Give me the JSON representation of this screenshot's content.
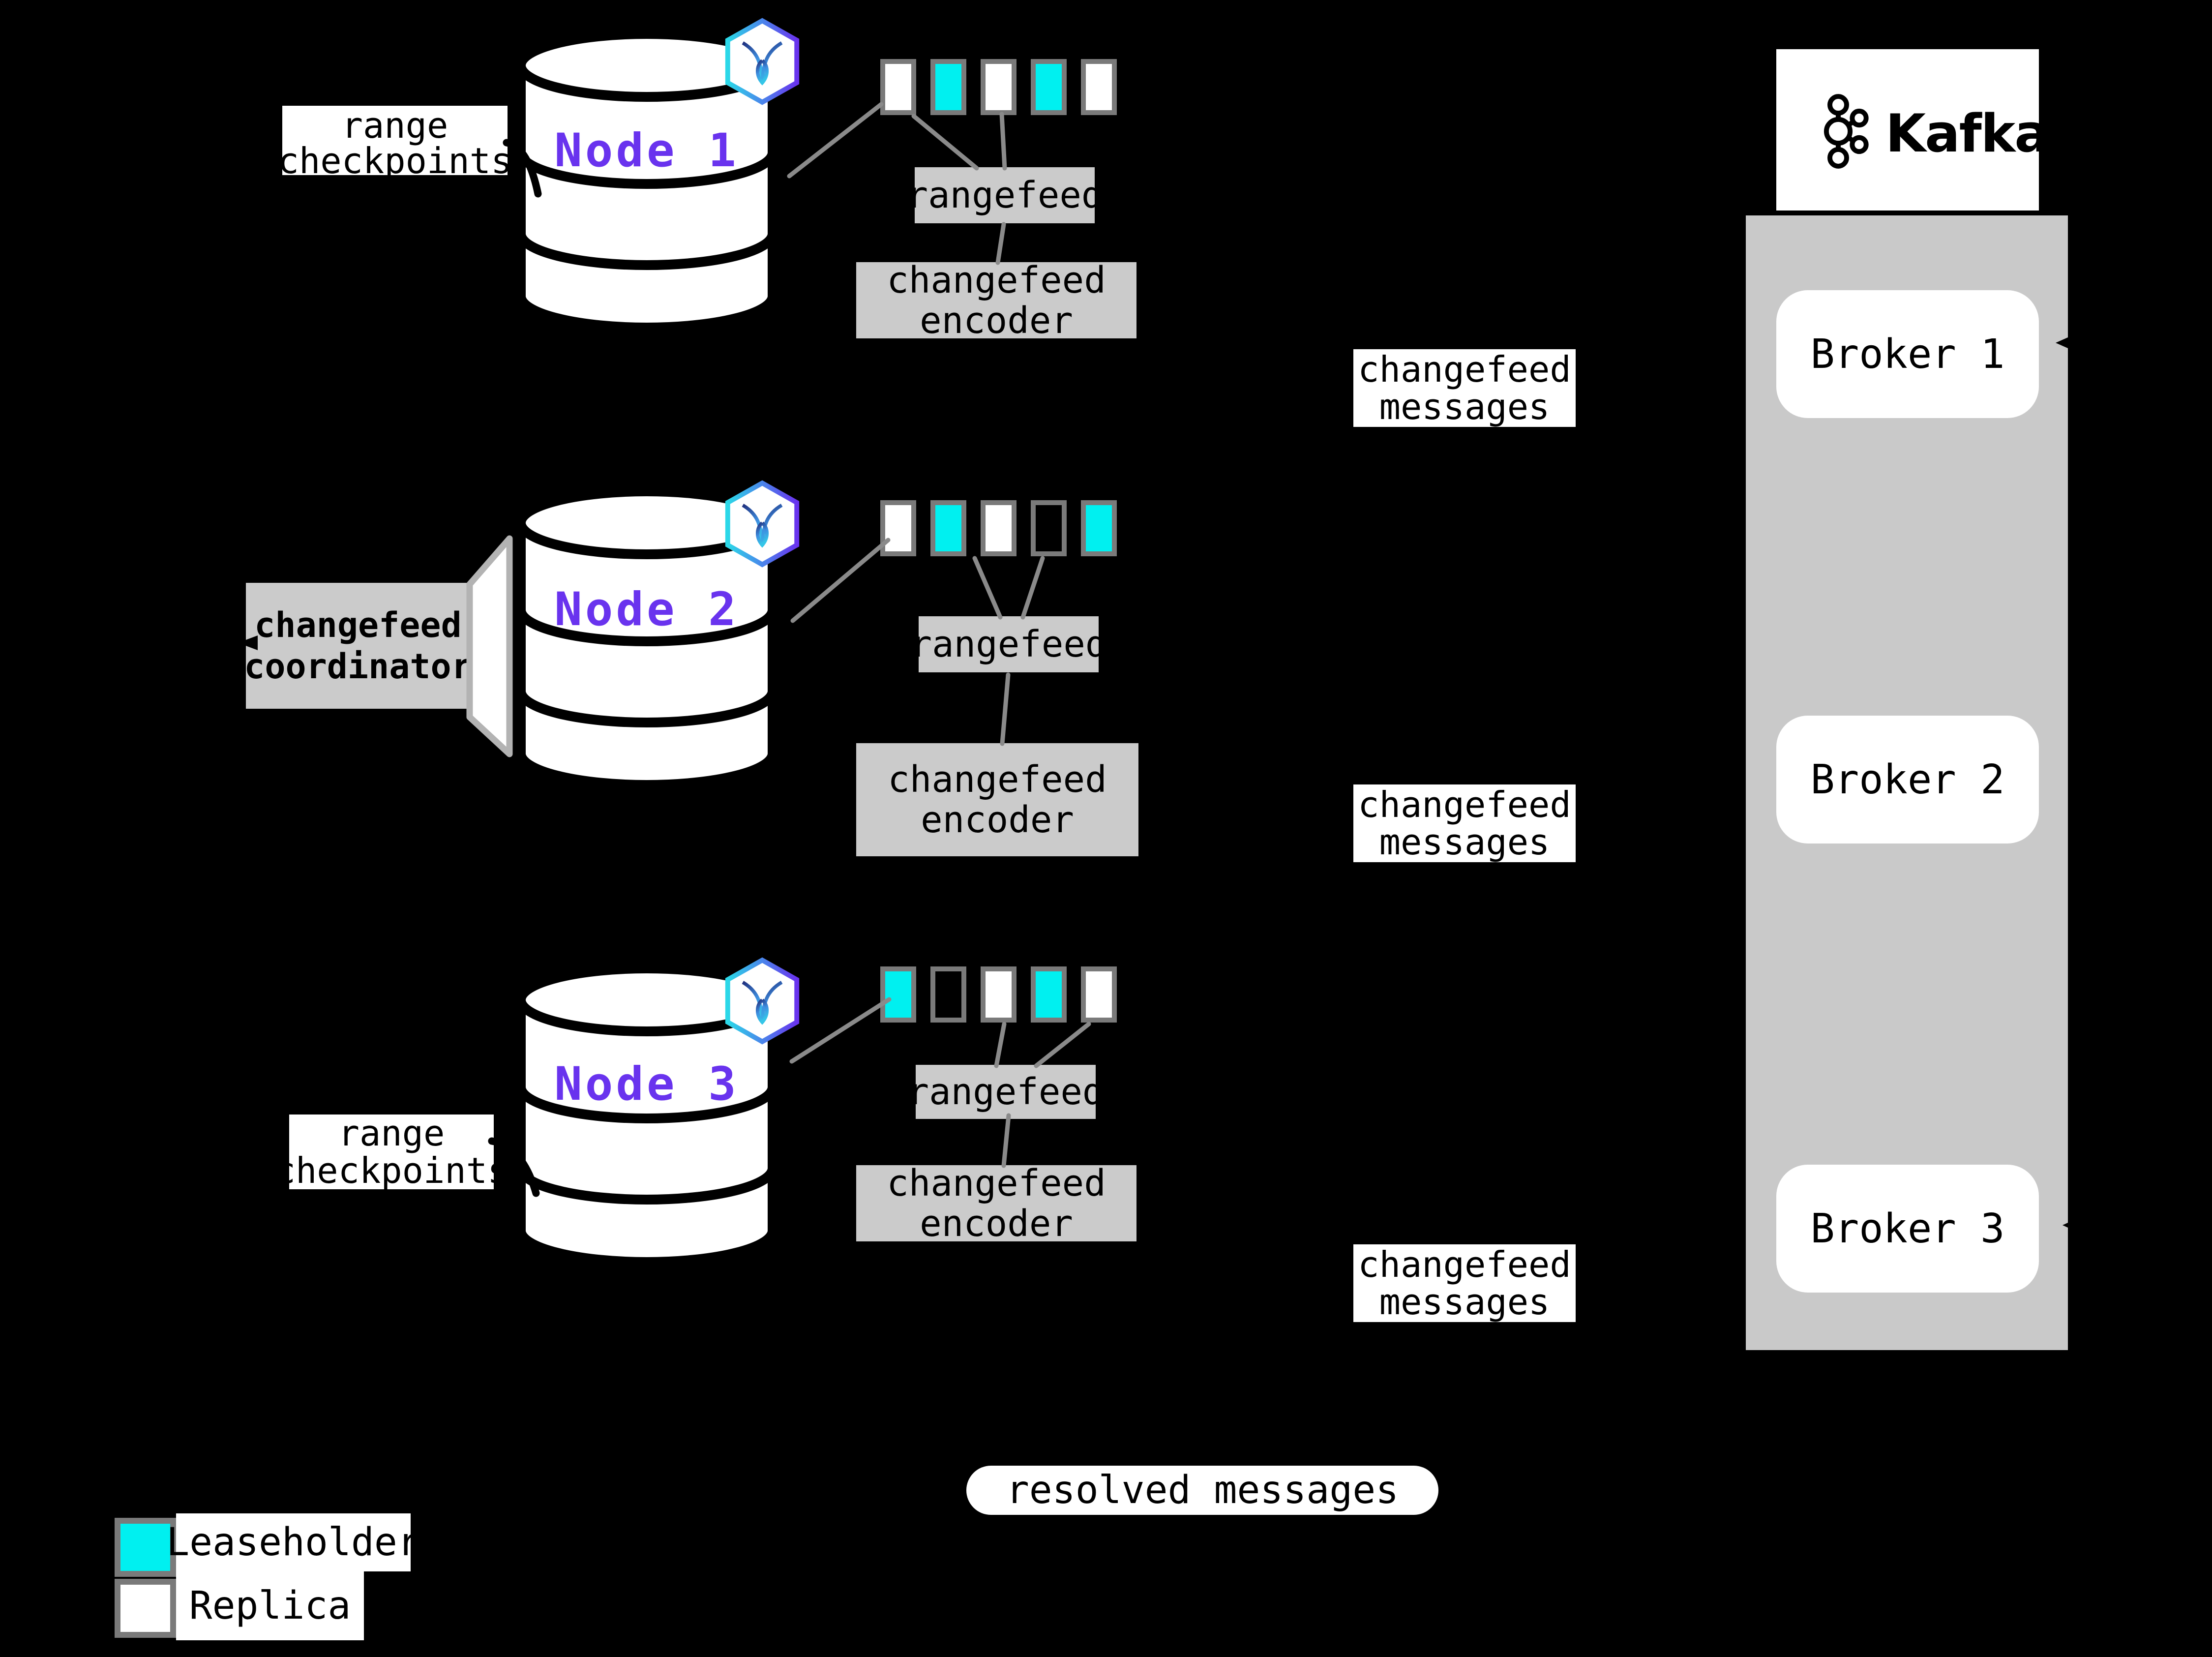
{
  "labels": {
    "range_checkpoints": {
      "line1": "range",
      "line2": "checkpoints"
    },
    "changefeed_coordinator": {
      "line1": "changefeed",
      "line2": "coordinator"
    },
    "rangefeed": "rangefeed",
    "changefeed_encoder": {
      "line1": "changefeed",
      "line2": "encoder"
    },
    "changefeed_messages": {
      "line1": "changefeed",
      "line2": "messages"
    },
    "resolved_messages": "resolved messages"
  },
  "nodes": [
    {
      "name": "Node 1",
      "ranges": [
        "replica",
        "leaseholder",
        "replica",
        "leaseholder",
        "replica"
      ]
    },
    {
      "name": "Node 2",
      "ranges": [
        "replica",
        "leaseholder",
        "replica",
        "empty",
        "leaseholder"
      ]
    },
    {
      "name": "Node 3",
      "ranges": [
        "leaseholder",
        "empty",
        "replica",
        "leaseholder",
        "replica"
      ]
    }
  ],
  "kafka": {
    "wordmark": "Kafka",
    "brokers": [
      "Broker 1",
      "Broker 2",
      "Broker 3"
    ]
  },
  "legend": {
    "items": [
      {
        "label": "Leaseholder",
        "color": "#00F0F0"
      },
      {
        "label": "Replica",
        "color": "#FFFFFF"
      }
    ]
  },
  "icons": {
    "node_badge": "cockroachdb-hexagon-icon",
    "kafka_logo": "kafka-circles-icon"
  },
  "colors": {
    "background": "#000000",
    "box_gray": "#CBCBCB",
    "container_gray": "#C9C9C9",
    "line_gray": "#8A8A8A",
    "square_border": "#7A7A7A",
    "leaseholder": "#00F0F0",
    "replica": "#FFFFFF",
    "node_text": "#6933EE",
    "callout_stroke": "#B3B3B3"
  }
}
